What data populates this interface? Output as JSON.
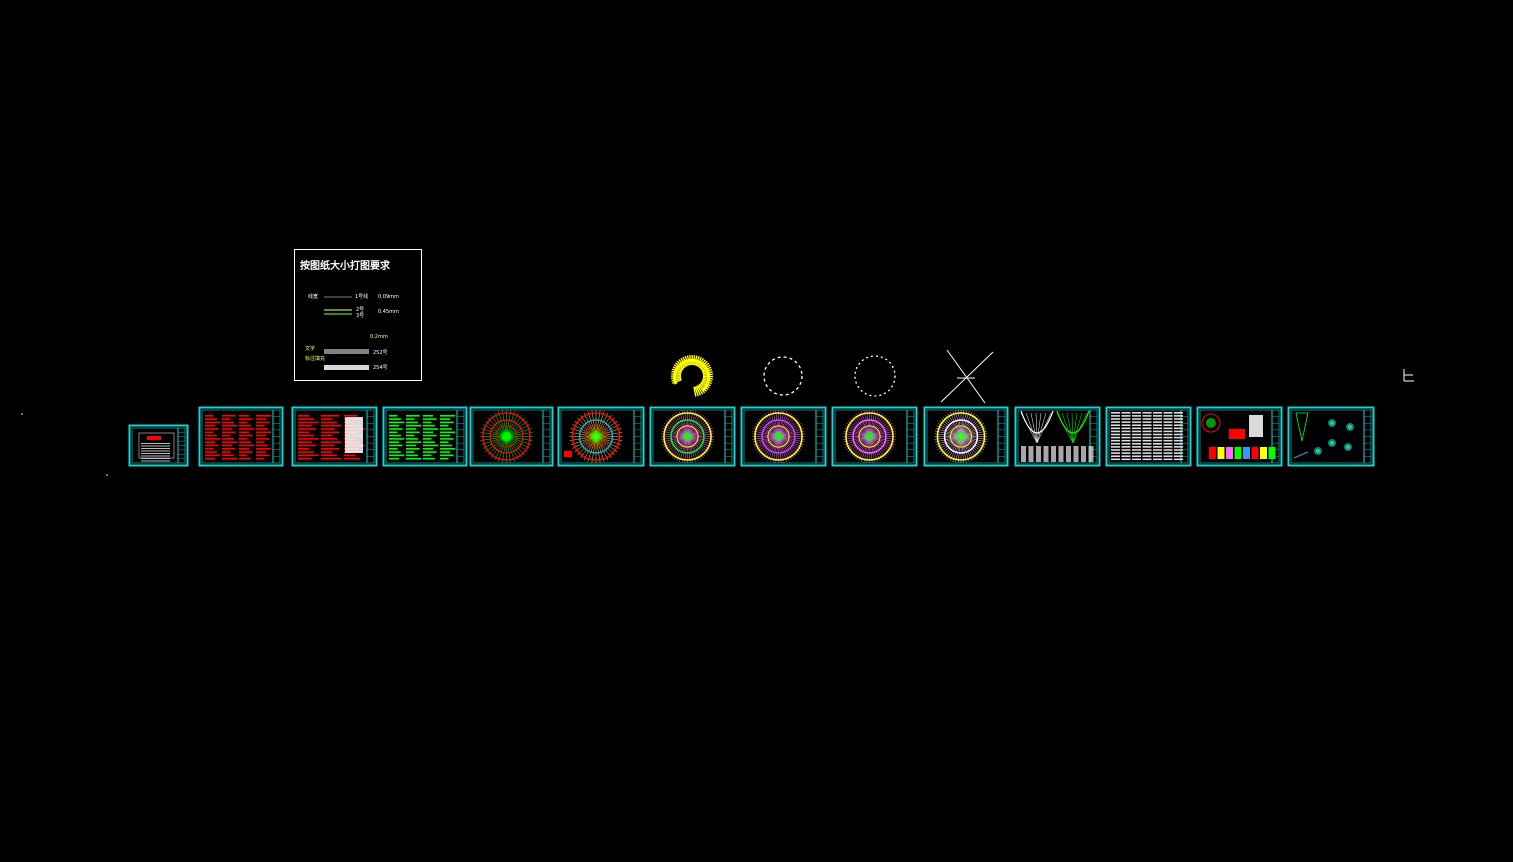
{
  "legend": {
    "title": "按图纸大小打图要求",
    "row1_label": "线宽",
    "row1_sub": "1号线",
    "row1_value": "0.09mm",
    "row2_sub_a": "2号",
    "row2_sub_b": "3号",
    "row2_value": "0.45mm",
    "row3_value": "0.2mm",
    "row4_label_a": "文字",
    "row4_label_b": "标注填充",
    "row4_value_a": "252号",
    "row4_value_b": "254号"
  },
  "sheets": [
    {
      "kind": "cover"
    },
    {
      "kind": "notes-red"
    },
    {
      "kind": "notes-red-white"
    },
    {
      "kind": "notes-green"
    },
    {
      "kind": "radial-red"
    },
    {
      "kind": "radial-red-2"
    },
    {
      "kind": "radial-magenta"
    },
    {
      "kind": "radial-magenta-2"
    },
    {
      "kind": "radial-magenta-3"
    },
    {
      "kind": "radial-white"
    },
    {
      "kind": "elevation-lattice"
    },
    {
      "kind": "schedule-table"
    },
    {
      "kind": "details-color"
    },
    {
      "kind": "details-small"
    }
  ],
  "colors": {
    "background": "#000000",
    "frame": "#19d2d2",
    "red": "#ff0000",
    "green": "#00ff00",
    "yellow": "#ffff00",
    "magenta": "#ff66ff",
    "white": "#ffffff"
  }
}
